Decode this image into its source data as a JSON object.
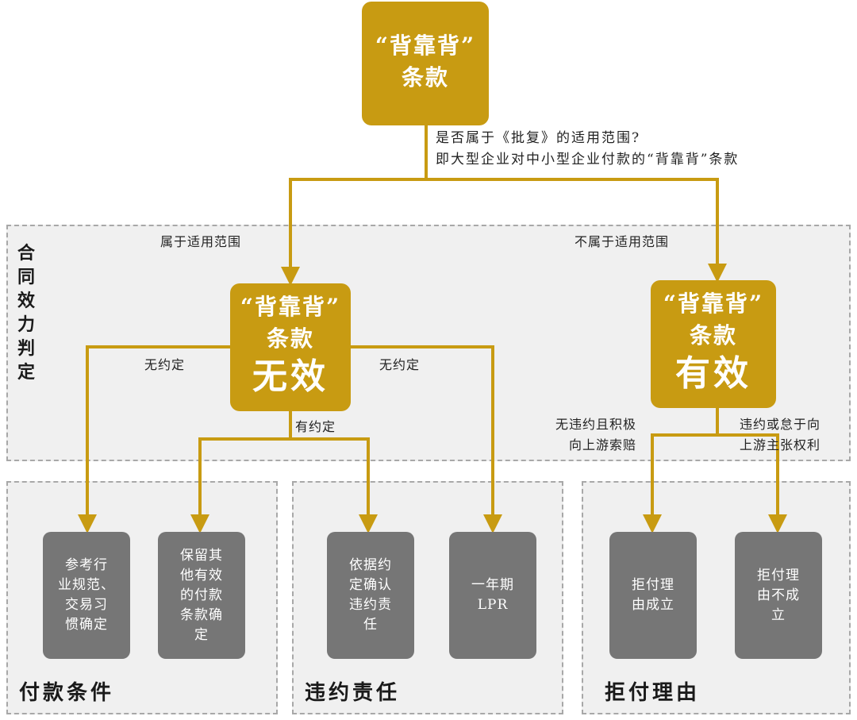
{
  "top_box": {
    "line1": "“背靠背”",
    "line2": "条款"
  },
  "question": {
    "line1": "是否属于《批复》的适用范围?",
    "line2": "即大型企业对中小型企业付款的“背靠背”条款"
  },
  "region_labels": {
    "applicable": "属于适用范围",
    "not_applicable": "不属于适用范围"
  },
  "vertical_label": "合同效力判定",
  "invalid_box": {
    "line1": "“背靠背”",
    "line2": "条款",
    "line3": "无效"
  },
  "valid_box": {
    "line1": "“背靠背”",
    "line2": "条款",
    "line3": "有效"
  },
  "branch_labels": {
    "no_agreement_left": "无约定",
    "no_agreement_right": "无约定",
    "has_agreement": "有约定",
    "no_breach": "无违约且积极\n向上游索赔",
    "breach": "违约或怠于向\n上游主张权利"
  },
  "cards": {
    "industry_practice": "参考行\n业规范、\n交易习\n惯确定",
    "retain_terms": "保留其\n他有效\n的付款\n条款确\n定",
    "breach_liability": "依据约\n定确认\n违约责\n任",
    "lpr": "一年期\nLPR",
    "refusal_valid": "拒付理\n由成立",
    "refusal_invalid": "拒付理\n由不成\n立"
  },
  "sections": {
    "payment_conditions": "付款条件",
    "breach_liability": "违约责任",
    "refusal_reasons": "拒付理由"
  },
  "colors": {
    "gold": "#c89b12",
    "gray": "#767676",
    "dashed_border": "#a8a8a8",
    "region_bg": "#f0f0f0"
  }
}
